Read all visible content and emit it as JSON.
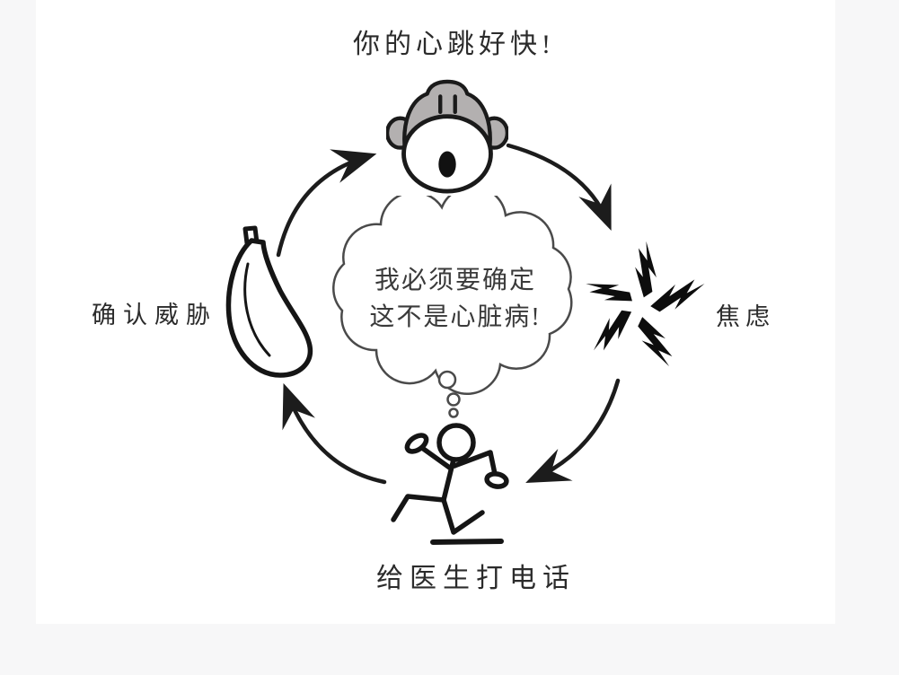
{
  "page": {
    "background_color": "#f7f7f8",
    "canvas_color": "#ffffff",
    "ink_color": "#1c1c1c",
    "cloud_line_color": "#4a4a4a",
    "monkey_gray": "#b3b0b0"
  },
  "diagram": {
    "type": "cycle",
    "cycle_steps": [
      {
        "position": "top",
        "label": "你的心跳好快!",
        "icon": "monkey-face-icon"
      },
      {
        "position": "right",
        "label": "焦虑",
        "icon": "lightning-burst-icon"
      },
      {
        "position": "bottom",
        "label": "给医生打电话",
        "icon": "running-person-icon"
      },
      {
        "position": "left",
        "label": "确认威胁",
        "icon": "banana-icon"
      }
    ],
    "thought_bubble": {
      "lines": [
        "我必须要确定",
        "这不是心脏病!"
      ]
    }
  }
}
